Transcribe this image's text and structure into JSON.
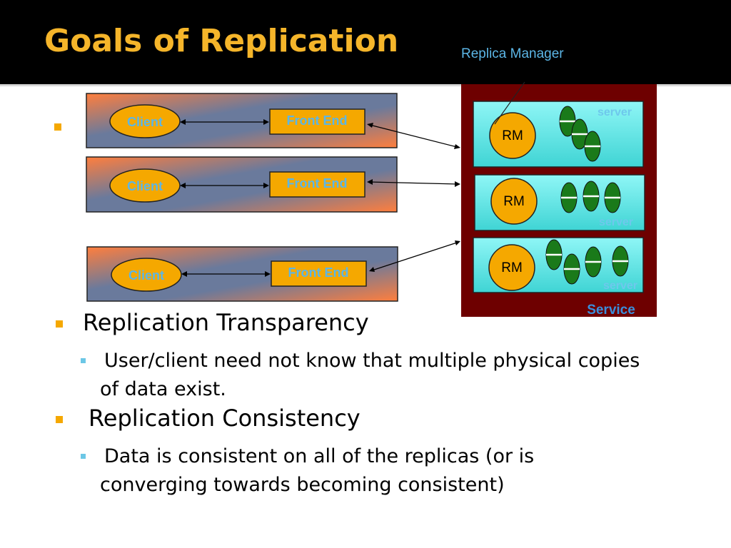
{
  "slide": {
    "title": "Goals of Replication",
    "bullets": [
      {
        "text": "Replication Transparency",
        "sub": "User/client need not know that multiple physical copies of data exist."
      },
      {
        "text": "Replication Consistency",
        "sub": "Data is consistent on all of the replicas (or is converging towards becoming consistent)"
      }
    ]
  },
  "diagram": {
    "replica_manager_label": "Replica Manager",
    "client_label": "Client",
    "front_end_label": "Front End",
    "rm_label": "RM",
    "server_label": "server",
    "service_label": "Service",
    "colors": {
      "title": "#f5b52a",
      "label_blue": "#5cb6e6",
      "service_box": "#6e0000",
      "server_fill": "#5fe8e8",
      "oval_fill": "#f5a800",
      "replica_green": "#1a7a1a",
      "panel_orange": "#ff7e3d",
      "panel_blue": "#6a7a9c"
    }
  }
}
